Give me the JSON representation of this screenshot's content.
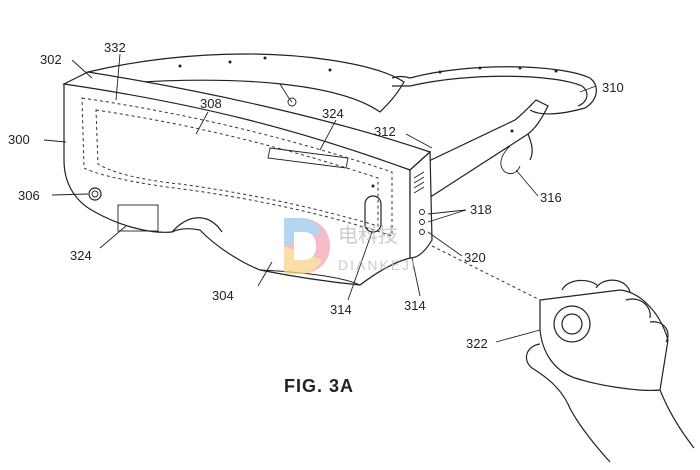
{
  "figure": {
    "caption": "FIG. 3A",
    "labels": {
      "l300": "300",
      "l302": "302",
      "l304": "304",
      "l306": "306",
      "l308": "308",
      "l310": "310",
      "l312": "312",
      "l314a": "314",
      "l314b": "314",
      "l316": "316",
      "l318": "318",
      "l320": "320",
      "l322": "322",
      "l324a": "324",
      "l324b": "324",
      "l332": "332"
    }
  },
  "watermark": {
    "chinese": "电科技",
    "latin": "DIANKEJI"
  }
}
